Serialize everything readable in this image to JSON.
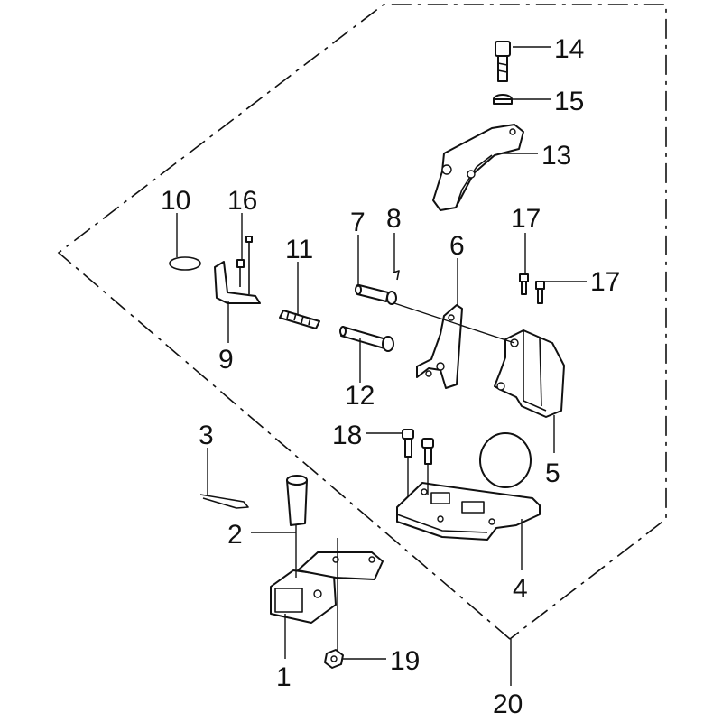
{
  "diagram": {
    "type": "exploded-parts-diagram",
    "callouts": [
      {
        "id": "p1",
        "label": "1"
      },
      {
        "id": "p2",
        "label": "2"
      },
      {
        "id": "p3",
        "label": "3"
      },
      {
        "id": "p4",
        "label": "4"
      },
      {
        "id": "p5",
        "label": "5"
      },
      {
        "id": "p6",
        "label": "6"
      },
      {
        "id": "p7",
        "label": "7"
      },
      {
        "id": "p8",
        "label": "8"
      },
      {
        "id": "p9",
        "label": "9"
      },
      {
        "id": "p10",
        "label": "10"
      },
      {
        "id": "p11",
        "label": "11"
      },
      {
        "id": "p12",
        "label": "12"
      },
      {
        "id": "p13",
        "label": "13"
      },
      {
        "id": "p14",
        "label": "14"
      },
      {
        "id": "p15",
        "label": "15"
      },
      {
        "id": "p16",
        "label": "16"
      },
      {
        "id": "p17a",
        "label": "17"
      },
      {
        "id": "p17b",
        "label": "17"
      },
      {
        "id": "p18",
        "label": "18"
      },
      {
        "id": "p19",
        "label": "19"
      },
      {
        "id": "p20",
        "label": "20"
      }
    ]
  }
}
